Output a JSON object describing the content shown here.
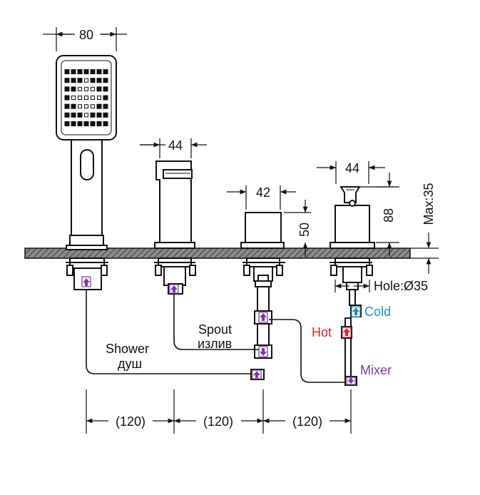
{
  "dimensions": {
    "shower_width": "80",
    "spout_width": "44",
    "valve_width": "42",
    "valve_height": "50",
    "mixer_width": "44",
    "mixer_height": "88",
    "deck_max": "Max:35",
    "hole": "Hole:Ø35",
    "spacing": [
      "(120)",
      "(120)",
      "(120)"
    ]
  },
  "labels": {
    "shower_en": "Shower",
    "shower_ru": "душ",
    "spout_en": "Spout",
    "spout_ru": "излив",
    "cold": "Cold",
    "hot": "Hot",
    "mixer": "Mixer"
  },
  "colors": {
    "cold": "#1a8fc4",
    "hot": "#e02030",
    "mixer": "#7b3aa0",
    "line": "#111111",
    "deck": "#555555"
  }
}
